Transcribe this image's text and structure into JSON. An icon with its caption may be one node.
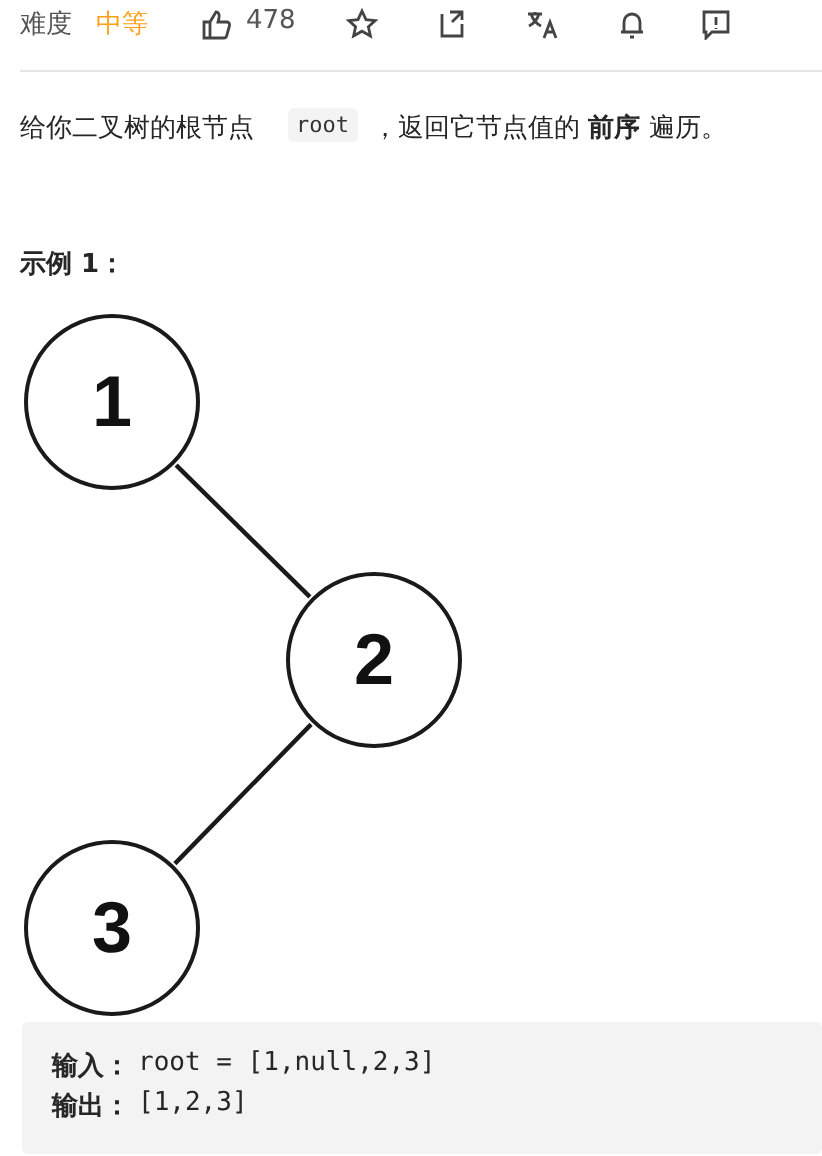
{
  "diagram": {
    "nodes": [
      {
        "text": [
          "1"
        ]
      },
      {
        "text": [
          "2"
        ]
      },
      {
        "text": [
          "3"
        ]
      }
    ],
    "edges": [
      {
        "from": 0,
        "to": 1,
        "arrow": "none"
      },
      {
        "from": 1,
        "to": 2,
        "arrow": "none"
      }
    ],
    "labels": [
      "难度",
      "中等",
      "478",
      "给你二叉树的根节点",
      "root",
      "，返回它节点值的 **前序** 遍历。",
      "示例 1：",
      "输入：",
      "root = [1,null,2,3]",
      "输出：",
      "[1,2,3]"
    ]
  }
}
